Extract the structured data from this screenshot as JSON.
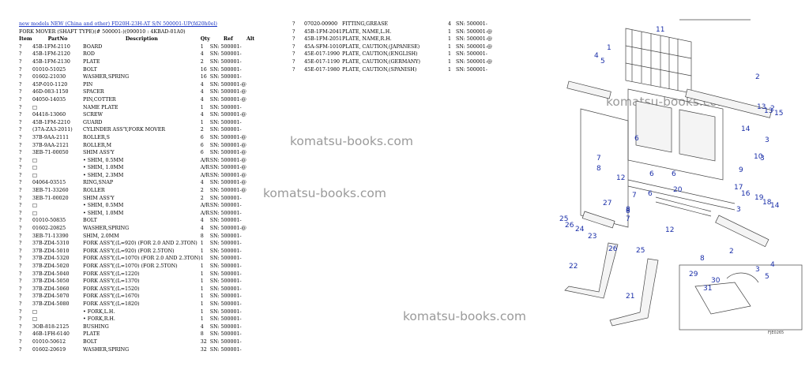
{
  "breadcrumb": "new models NEW (China and other) FD20H-23H-AT S/N 500001-UP(fd20h0el)",
  "subtitle": "FORK MOVER (SHAFT TYPE)(# 500001-)(090010 : 4KBAD-01A0)",
  "headers": {
    "item": "Item",
    "partno": "PartNo",
    "description": "Description",
    "qty": "Qty",
    "ref": "Ref",
    "alt": "Alt"
  },
  "left_rows": [
    [
      "?",
      "45B-1FM-2110",
      "BOARD",
      "1",
      "SN: 500001-"
    ],
    [
      "?",
      "45B-1FM-2120",
      "ROD",
      "4",
      "SN: 500001-"
    ],
    [
      "?",
      "45B-1FM-2130",
      "PLATE",
      "2",
      "SN: 500001-"
    ],
    [
      "?",
      "01010-51025",
      "BOLT",
      "16",
      "SN: 500001-"
    ],
    [
      "?",
      "01602-21030",
      "WASHER,SPRING",
      "16",
      "SN: 500001-"
    ],
    [
      "?",
      "45P-010-1120",
      "PIN",
      "4",
      "SN: 500001-@"
    ],
    [
      "?",
      "46D-083-1150",
      "SPACER",
      "4",
      "SN: 500001-@"
    ],
    [
      "?",
      "04050-14035",
      "PIN,COTTER",
      "4",
      "SN: 500001-@"
    ],
    [
      "?",
      "□",
      "NAME PLATE",
      "1",
      "SN: 500001-"
    ],
    [
      "?",
      "04418-13060",
      "SCREW",
      "4",
      "SN: 500001-@"
    ],
    [
      "?",
      "45B-1FM-2210",
      "GUARD",
      "1",
      "SN: 500001-"
    ],
    [
      "?",
      "(37A-ZA3-2011)",
      "CYLINDER ASS'Y,FORK MOVER",
      "2",
      "SN: 500001-"
    ],
    [
      "?",
      "37B-9AA-2111",
      "ROLLER,S",
      "6",
      "SN: 500001-@"
    ],
    [
      "?",
      "37B-9AA-2121",
      "ROLLER,M",
      "6",
      "SN: 500001-@"
    ],
    [
      "?",
      "3EB-71-00050",
      "SHIM ASS'Y",
      "6",
      "SN: 500001-@"
    ],
    [
      "?",
      "□",
      "• SHIM, 0.5MM",
      "A/R",
      "SN: 500001-@"
    ],
    [
      "?",
      "□",
      "• SHIM, 1.0MM",
      "A/R",
      "SN: 500001-@"
    ],
    [
      "?",
      "□",
      "• SHIM, 2.3MM",
      "A/R",
      "SN: 500001-@"
    ],
    [
      "?",
      "04064-03515",
      "RING,SNAP",
      "4",
      "SN: 500001-@"
    ],
    [
      "?",
      "3EB-71-33260",
      "ROLLER",
      "2",
      "SN: 500001-@"
    ],
    [
      "?",
      "3EB-71-00020",
      "SHIM ASS'Y",
      "2",
      "SN: 500001-"
    ],
    [
      "?",
      "□",
      "• SHIM, 0.5MM",
      "A/R",
      "SN: 500001-"
    ],
    [
      "?",
      "□",
      "• SHIM, 1.0MM",
      "A/R",
      "SN: 500001-"
    ],
    [
      "?",
      "01010-50835",
      "BOLT",
      "4",
      "SN: 500001-"
    ],
    [
      "?",
      "01602-20825",
      "WASHER,SPRING",
      "4",
      "SN: 500001-@"
    ],
    [
      "?",
      "3EB-71-13390",
      "SHIM, 2.0MM",
      "8",
      "SN: 500001-"
    ],
    [
      "?",
      "37B-ZD4-5310",
      "FORK ASS'Y,(L=920) (FOR 2.0 AND 2.3TON)",
      "1",
      "SN: 500001-"
    ],
    [
      "?",
      "37B-ZD4-5010",
      "FORK ASS'Y,(L=920) (FOR 2.5TON)",
      "1",
      "SN: 500001-"
    ],
    [
      "?",
      "37B-ZD4-5320",
      "FORK ASS'Y,(L=1070) (FOR 2.0 AND 2.3TON)",
      "1",
      "SN: 500001-"
    ],
    [
      "?",
      "37B-ZD4-5020",
      "FORK ASS'Y,(L=1070) (FOR 2.5TON)",
      "1",
      "SN: 500001-"
    ],
    [
      "?",
      "37B-ZD4-5040",
      "FORK ASS'Y,(L=1220)",
      "1",
      "SN: 500001-"
    ],
    [
      "?",
      "37B-ZD4-5050",
      "FORK ASS'Y,(L=1370)",
      "1",
      "SN: 500001-"
    ],
    [
      "?",
      "37B-ZD4-5060",
      "FORK ASS'Y,(L=1520)",
      "1",
      "SN: 500001-"
    ],
    [
      "?",
      "37B-ZD4-5070",
      "FORK ASS'Y,(L=1670)",
      "1",
      "SN: 500001-"
    ],
    [
      "?",
      "37B-ZD4-5080",
      "FORK ASS'Y,(L=1820)",
      "1",
      "SN: 500001-"
    ],
    [
      "?",
      "□",
      "• FORK,L.H.",
      "1",
      "SN: 500001-"
    ],
    [
      "?",
      "□",
      "• FORK,R.H.",
      "1",
      "SN: 500001-"
    ],
    [
      "?",
      "3OB-818-2125",
      "BUSHING",
      "4",
      "SN: 500001-"
    ],
    [
      "?",
      "46B-1FH-6140",
      "PLATE",
      "8",
      "SN: 500001-"
    ],
    [
      "?",
      "01010-50612",
      "BOLT",
      "32",
      "SN: 500001-"
    ],
    [
      "?",
      "01602-20619",
      "WASHER,SPRING",
      "32",
      "SN: 500001-"
    ]
  ],
  "right_rows": [
    [
      "?",
      "07020-00900",
      "FITTING,GREASE",
      "4",
      "SN: 500001-"
    ],
    [
      "?",
      "45B-1FM-2041",
      "PLATE, NAME,L.H.",
      "1",
      "SN: 500001-@"
    ],
    [
      "?",
      "45B-1FM-2051",
      "PLATE, NAME,R.H.",
      "1",
      "SN: 500001-@"
    ],
    [
      "?",
      "45A-SFM-1010",
      "PLATE, CAUTION,(JAPANESE)",
      "1",
      "SN: 500001-@"
    ],
    [
      "?",
      "45E-017-1990",
      "PLATE, CAUTION,(ENGLISH)",
      "1",
      "SN: 500001-"
    ],
    [
      "?",
      "45E-017-1190",
      "PLATE, CAUTION,(GERMANY)",
      "1",
      "SN: 500001-@"
    ],
    [
      "?",
      "45E-017-1980",
      "PLATE, CAUTION,(SPANISH)",
      "1",
      "SN: 500001-"
    ]
  ],
  "watermarks": [
    "komatsu-books.com",
    "komatsu-books.com",
    "komatsu-books.com",
    "komatsu-books.com"
  ],
  "diagram": {
    "code": "FJE0265",
    "callouts": [
      "11",
      "4",
      "5",
      "1",
      "2",
      "2",
      "13",
      "13",
      "15",
      "14",
      "3",
      "3",
      "6",
      "7",
      "8",
      "12",
      "6",
      "10",
      "9",
      "6",
      "7",
      "8",
      "6",
      "20",
      "17",
      "16",
      "19",
      "18",
      "14",
      "3",
      "27",
      "25",
      "26",
      "24",
      "23",
      "7",
      "8",
      "26",
      "25",
      "12",
      "2",
      "8",
      "22",
      "3",
      "5",
      "4",
      "21",
      "29",
      "30",
      "31"
    ]
  }
}
